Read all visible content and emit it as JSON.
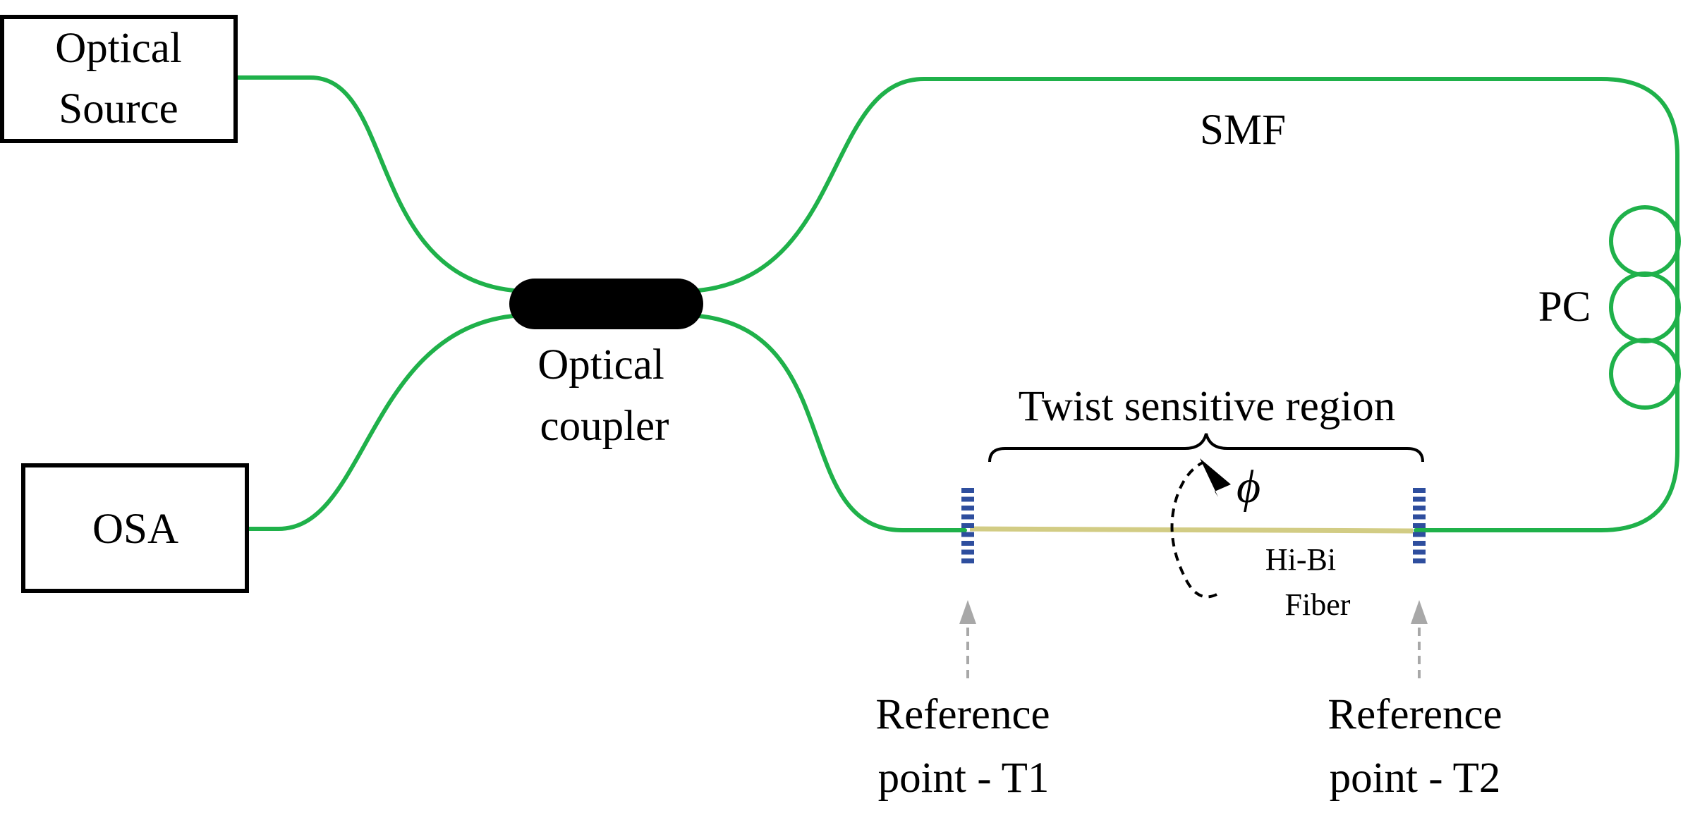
{
  "colors": {
    "fiber": "#1fb14a",
    "hibi_fiber": "#d2cc84",
    "reference_mark": "#2e4e9e",
    "arrow": "#a8a8a8",
    "coupler": "#000000"
  },
  "components": {
    "optical_source": {
      "line1": "Optical",
      "line2": "Source"
    },
    "osa": {
      "label": "OSA"
    },
    "coupler": {
      "line1": "Optical",
      "line2": "coupler"
    },
    "smf": {
      "label": "SMF"
    },
    "pc": {
      "label": "PC"
    },
    "hibi_fiber": {
      "line1": "Hi-Bi",
      "line2": "Fiber"
    }
  },
  "annotations": {
    "twist_region": "Twist sensitive region",
    "twist_angle": "ϕ",
    "reference_t1": {
      "line1": "Reference",
      "line2": "point - T1"
    },
    "reference_t2": {
      "line1": "Reference",
      "line2": "point - T2"
    }
  },
  "icons": [
    "rotation-arrow-icon",
    "up-arrow-icon"
  ]
}
